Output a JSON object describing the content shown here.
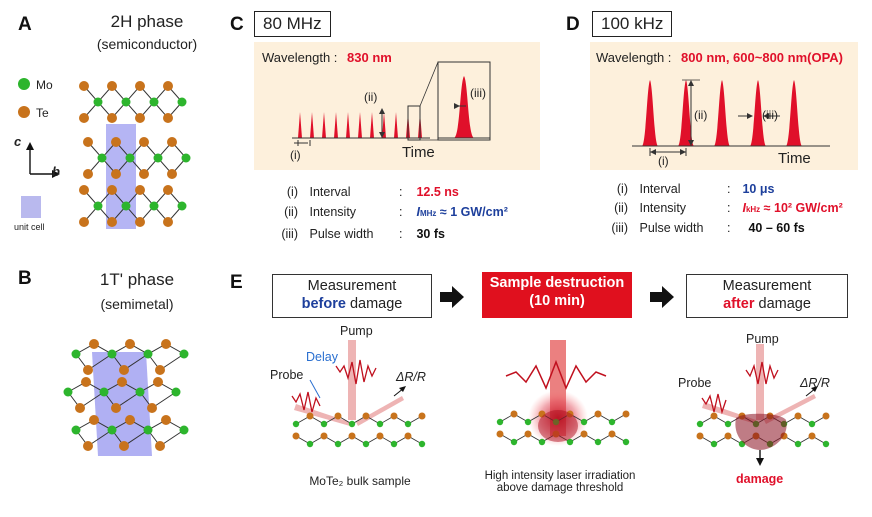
{
  "panels": {
    "A": {
      "letter": "A",
      "title": "2H phase",
      "subtitle": "(semiconductor)",
      "legend_mo": "Mo",
      "legend_te": "Te",
      "axis_c": "c",
      "axis_b": "b",
      "unit_cell": "unit cell"
    },
    "B": {
      "letter": "B",
      "title": "1T' phase",
      "subtitle": "(semimetal)"
    },
    "C": {
      "letter": "C",
      "freq": "80 MHz",
      "wavelength_label": "Wavelength :",
      "wavelength_value": "830 nm",
      "label_i": "(i)",
      "label_ii": "(ii)",
      "label_iii": "(iii)",
      "time": "Time",
      "params": [
        {
          "num": "(i)",
          "name": "Interval",
          "colon": ":",
          "value": "12.5 ns"
        },
        {
          "num": "(ii)",
          "name": "Intensity",
          "colon": ":",
          "sym": "I",
          "sub": "MHz",
          "value": "≈ 1 GW/cm²"
        },
        {
          "num": "(iii)",
          "name": "Pulse width",
          "colon": ":",
          "value": "30 fs"
        }
      ]
    },
    "D": {
      "letter": "D",
      "freq": "100 kHz",
      "wavelength_label": "Wavelength :",
      "wavelength_value": "800 nm, 600~800 nm(OPA)",
      "label_i": "(i)",
      "label_ii": "(ii)",
      "label_iii": "(iii)",
      "time": "Time",
      "params": [
        {
          "num": "(i)",
          "name": "Interval",
          "colon": ":",
          "value": "10 μs"
        },
        {
          "num": "(ii)",
          "name": "Intensity",
          "colon": ":",
          "sym": "I",
          "sub": "kHz",
          "value": "≈ 10² GW/cm²"
        },
        {
          "num": "(iii)",
          "name": "Pulse width",
          "colon": ":",
          "value": "40 – 60 fs"
        }
      ]
    },
    "E": {
      "letter": "E",
      "step1_line1": "Measurement",
      "step1_bold": "before",
      "step1_rest": " damage",
      "step2_line1": "Sample destruction",
      "step2_line2": "(10 min)",
      "step3_line1": "Measurement",
      "step3_bold": "after",
      "step3_rest": " damage",
      "pump": "Pump",
      "probe": "Probe",
      "delay": "Delay",
      "dr": "ΔR/R",
      "sample_label": "MoTe₂ bulk sample",
      "irr_line1": "High intensity laser irradiation",
      "irr_line2": "above damage threshold",
      "damage": "damage"
    }
  },
  "colors": {
    "mo": "#2db52d",
    "te": "#c8731c",
    "pulse": "#e0102a",
    "unitcell": "#8c8ce6",
    "cream": "#fdf0dc",
    "blue": "#1d3f9c"
  }
}
